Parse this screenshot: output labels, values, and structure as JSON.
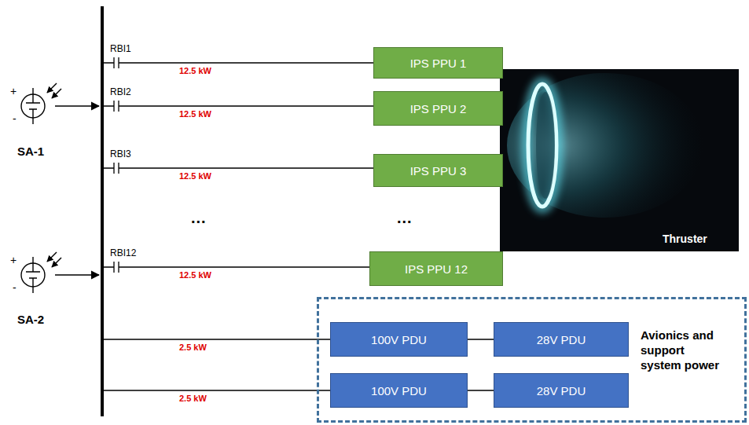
{
  "diagram": {
    "nodes": [
      {
        "text": [
          "IPS PPU 1"
        ]
      },
      {
        "text": [
          "IPS PPU 2"
        ]
      },
      {
        "text": [
          "IPS PPU 3"
        ]
      },
      {
        "text": [
          "IPS PPU 12"
        ]
      },
      {
        "text": [
          "Avionics and support system power"
        ]
      },
      {
        "text": [
          "100V PDU"
        ],
        "in": 4
      },
      {
        "text": [
          "28V PDU"
        ],
        "in": 4
      },
      {
        "text": [
          "100V PDU"
        ],
        "in": 4
      },
      {
        "text": [
          "28V PDU"
        ],
        "in": 4
      }
    ],
    "edges": [
      {
        "from": 5,
        "to": 6,
        "arrow": "none"
      },
      {
        "from": 7,
        "to": 8,
        "arrow": "none"
      }
    ],
    "labels": [
      "RBI1",
      "12.5 kW",
      "RBI2",
      "12.5 kW",
      "RBI3",
      "12.5 kW",
      "...",
      "...",
      "RBI12",
      "12.5 kW",
      "2.5 kW",
      "2.5 kW",
      "SA-1",
      "SA-2",
      "+",
      "-",
      "+",
      "-",
      "Thruster"
    ]
  }
}
